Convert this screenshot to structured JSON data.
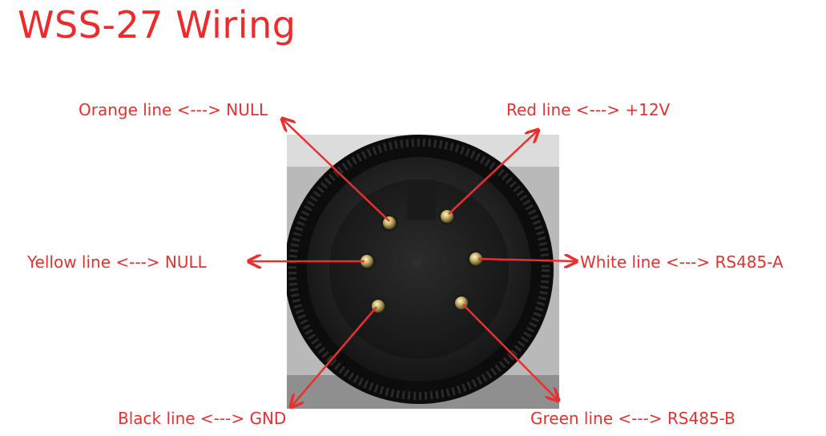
{
  "title": "WSS-27 Wiring",
  "accent_color": "#e8302f",
  "labels": {
    "orange": "Orange line <---> NULL",
    "red": "Red line <---> +12V",
    "yellow": "Yellow line <---> NULL",
    "white": "White line <---> RS485-A",
    "black": "Black line <---> GND",
    "green": "Green line <---> RS485-B"
  }
}
